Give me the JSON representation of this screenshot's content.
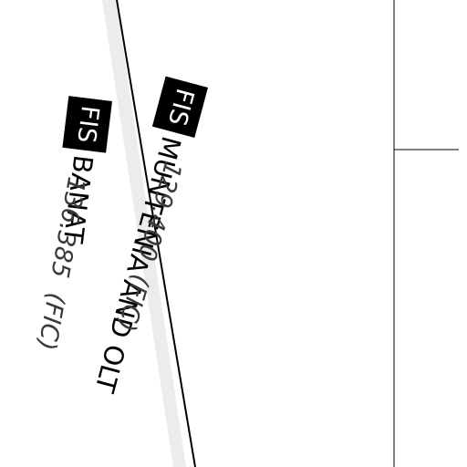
{
  "fis_regions": [
    {
      "tag": "FIS",
      "name": "BANAT",
      "frequency": "136.385",
      "unit_type": "(FIC)"
    },
    {
      "tag": "FIS",
      "name": "MUNTENIA AND OLT",
      "frequency": "129.400",
      "unit_type": "(FIC)"
    }
  ],
  "colors": {
    "background": "#ffffff",
    "boundary_line": "#000000",
    "boundary_shadow": "#e6e6e6",
    "tag_background": "#000000",
    "tag_text": "#ffffff",
    "frequency_text": "#3a3a3a"
  }
}
